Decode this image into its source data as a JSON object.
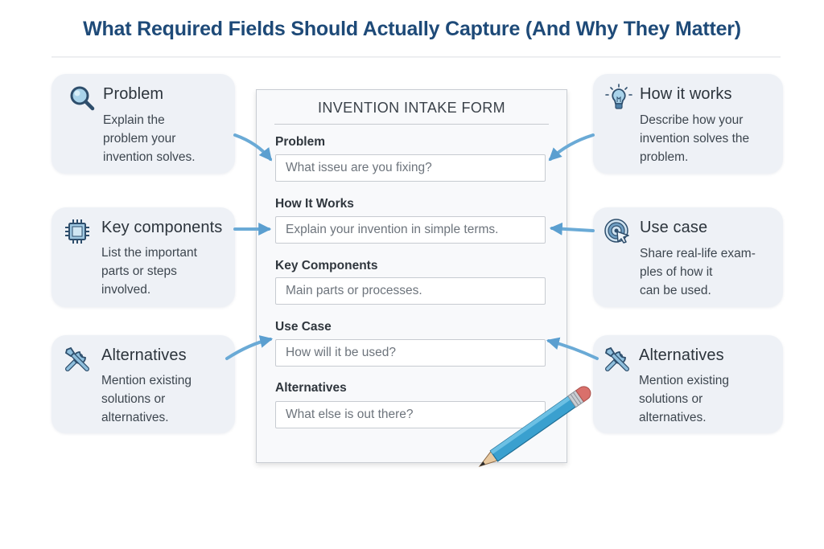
{
  "header": {
    "title": "What Required Fields Should Actually Capture (And Why They Matter)"
  },
  "left_cards": [
    {
      "icon": "magnifier-icon",
      "title": "Problem",
      "description": "Explain the\nproblem your\ninvention solves."
    },
    {
      "icon": "chip-icon",
      "title": "Key components",
      "description": "List the important\nparts or steps\ninvolved."
    },
    {
      "icon": "tools-icon",
      "title": "Alternatives",
      "description": "Mention existing\nsolutions or\nalternatives."
    }
  ],
  "right_cards": [
    {
      "icon": "lightbulb-icon",
      "title": "How it works",
      "description": "Describe how your\ninvention solves the\nproblem."
    },
    {
      "icon": "target-cursor-icon",
      "title": "Use case",
      "description": "Share real-life exam-\nples of how it\ncan be used."
    },
    {
      "icon": "tools-icon",
      "title": "Alternatives",
      "description": "Mention existing\nsolutions or\nalternatives."
    }
  ],
  "form": {
    "title": "INVENTION INTAKE FORM",
    "fields": [
      {
        "label": "Problem",
        "placeholder": "What isseu are you fixing?"
      },
      {
        "label": "How It Works",
        "placeholder": "Explain your invention in simple terms."
      },
      {
        "label": "Key Components",
        "placeholder": "Main parts or processes."
      },
      {
        "label": "Use Case",
        "placeholder": "How will it be used?"
      },
      {
        "label": "Alternatives",
        "placeholder": "What else is out there?"
      }
    ]
  },
  "colors": {
    "title": "#1e4a78",
    "card_bg": "#eef1f6",
    "arrow": "#5b9fd0",
    "pencil": "#3aa0cf",
    "eraser": "#d9706b"
  }
}
